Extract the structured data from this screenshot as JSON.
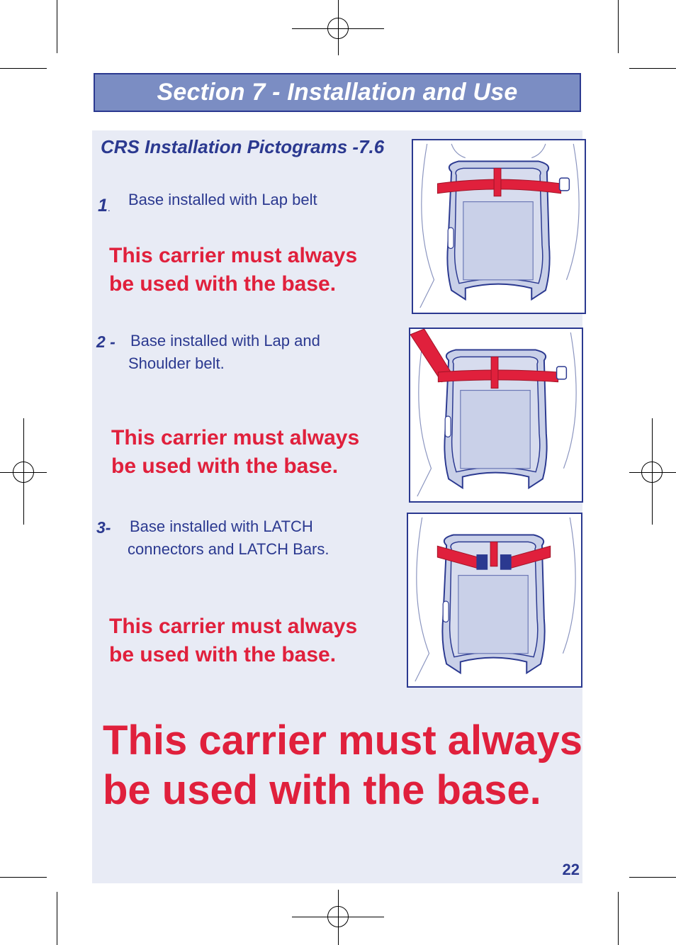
{
  "header": {
    "title": "Section 7 - Installation and Use"
  },
  "subtitle": "CRS Installation Pictograms -7.6",
  "items": [
    {
      "number": "1",
      "number_suffix": ".",
      "lines": [
        "Base installed with Lap belt"
      ],
      "warning_lines": [
        "This carrier must always",
        "be used with the base."
      ],
      "picture": "lap-belt-pictogram"
    },
    {
      "number": "2 -",
      "lines": [
        "Base installed with Lap and",
        "Shoulder belt."
      ],
      "warning_lines": [
        "This carrier must always",
        "be used with the base."
      ],
      "picture": "lap-shoulder-belt-pictogram"
    },
    {
      "number": "3-",
      "lines": [
        "Base installed with LATCH",
        "connectors and LATCH Bars."
      ],
      "warning_lines": [
        "This carrier must always",
        "be used with the base."
      ],
      "picture": "latch-pictogram"
    }
  ],
  "final_warning": {
    "lines": [
      "This carrier must always",
      "be used with the base."
    ]
  },
  "page_number": "22",
  "colors": {
    "accent_blue": "#2b3990",
    "header_fill": "#7b8dc3",
    "warning_red": "#e0203c",
    "panel_bg": "#e8ebf5",
    "belt_red": "#e0203c",
    "latch_blue": "#2b3990"
  }
}
